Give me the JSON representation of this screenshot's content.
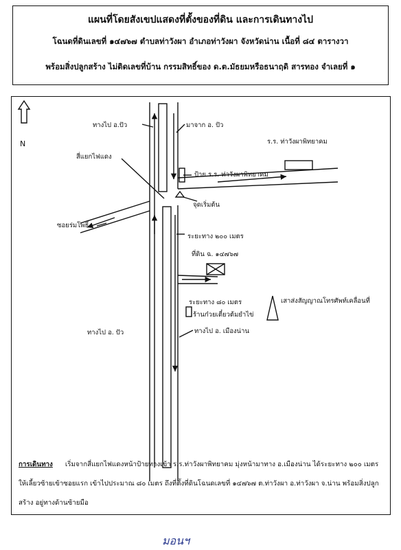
{
  "title": {
    "line1": "แผนที่โดยสังเขปแสดงที่ตั้งของที่ดิน และการเดินทางไป",
    "line2": "โฉนดที่ดินเลขที่ ๑๔๗๖๗ ตำบลท่าวังผา อำเภอท่าวังผา จังหวัดน่าน เนื้อที่ ๘๔ ตารางวา",
    "line3": "พร้อมสิ่งปลูกสร้าง ไม่ติดเลขที่บ้าน กรรมสิทธิ์ของ ด.ต.มัธยมหรือธนาฤดิ สารทอง จำเลยที่ ๑"
  },
  "map": {
    "north": "N",
    "labels": {
      "to_pua_top": "ทางไป อ.ปัว",
      "from_pua": "มาจาก อ. ปัว",
      "school": "ร.ร. ท่าวังผาพิทยาคม",
      "traffic_light": "สี่แยกไฟแดง",
      "school_sign": "ป้าย ร.ร. ท่าวังผาพิทยาคม",
      "start_point": "จุดเริ่มต้น",
      "soi": "ซอยร่มโพธิ์",
      "dist_200": "ระยะทาง ๒๐๐ เมตร",
      "land": "ที่ดิน ฉ. ๑๔๗๖๗",
      "dist_80": "ระยะทาง ๘๐ เมตร",
      "tower": "เสาส่งสัญญาณโทรศัพท์เคลื่อนที่",
      "noodle_shop": "ร้านก๋วยเตี๋ยวต้มยำไข่",
      "to_pua_bottom": "ทางไป อ. ปัว",
      "to_nan": "ทางไป อ. เมืองน่าน"
    }
  },
  "directions": {
    "heading": "การเดินทาง",
    "text": "เริ่มจากสี่แยกไฟแดงหน้าป้ายทางเข้า ร.ร.ท่าวังผาพิทยาคม มุ่งหน้ามาทาง อ.เมืองน่าน ได้ระยะทาง ๒๐๐ เมตร ให้เลี้ยวซ้ายเข้าซอยแรก เข้าไปประมาณ ๘๐ เมตร ถึงที่ตั้งที่ดินโฉนดเลขที่ ๑๔๗๖๗ ต.ท่าวังผา อ.ท่าวังผา จ.น่าน พร้อมสิ่งปลูกสร้าง อยู่ทางด้านซ้ายมือ"
  },
  "signature": "มอนฯ"
}
